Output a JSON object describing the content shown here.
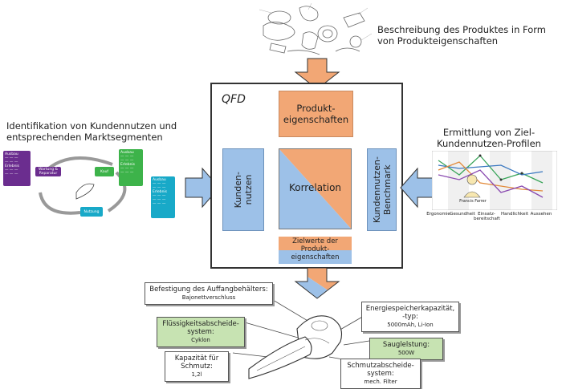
{
  "captions": {
    "top": "Beschreibung des Produktes in Form von Produkteigenschaften",
    "left": "Identifikation von Kundennutzen und entsprechenden Marktsegmenten",
    "right": "Ermittlung von Ziel-Kundennutzen-Profilen"
  },
  "qfd": {
    "label": "QFD",
    "produkt": "Produkt-\neigenschaften",
    "kunden": "Kunden-\nnutzen",
    "benchmark": "Kundennutzen-\nBenchmark",
    "korrelation": "Korrelation",
    "zielwerte": "Zielwerte der Produkt-eigenschaften"
  },
  "product_properties": [
    {
      "id": "befestigung",
      "title": "Befestigung des Auffangbehälters:",
      "value": "Bajonettverschluss",
      "highlight": false
    },
    {
      "id": "fluessigkeit",
      "title": "Flüssigkeitsabscheide-system:",
      "value": "Cyklon",
      "highlight": true
    },
    {
      "id": "kapazitaet",
      "title": "Kapazität für Schmutz:",
      "value": "1,2l",
      "highlight": false
    },
    {
      "id": "energie",
      "title": "Energiespeicherkapazität, -typ:",
      "value": "5000mAh, Li-Ion",
      "highlight": false
    },
    {
      "id": "saugleistung",
      "title": "Sauglelstung:",
      "value": "500W",
      "highlight": true
    },
    {
      "id": "schmutz",
      "title": "Schmutzabscheide-system:",
      "value": "mech. Filter",
      "highlight": false
    }
  ],
  "left_diagram": {
    "nodes": [
      "Wartung & Reparatur",
      "Kauf",
      "Nutzung"
    ]
  },
  "right_chart": {
    "x_labels": [
      "Ergonomie",
      "Gesundheit",
      "Einsatz-bereitschaft",
      "Handlichkeit",
      "Aussehen"
    ],
    "persona": "Francis Farrer"
  },
  "colors": {
    "orange": "#f2a775",
    "blue": "#9dc1e8",
    "green_caption": "#c7e3b2"
  }
}
